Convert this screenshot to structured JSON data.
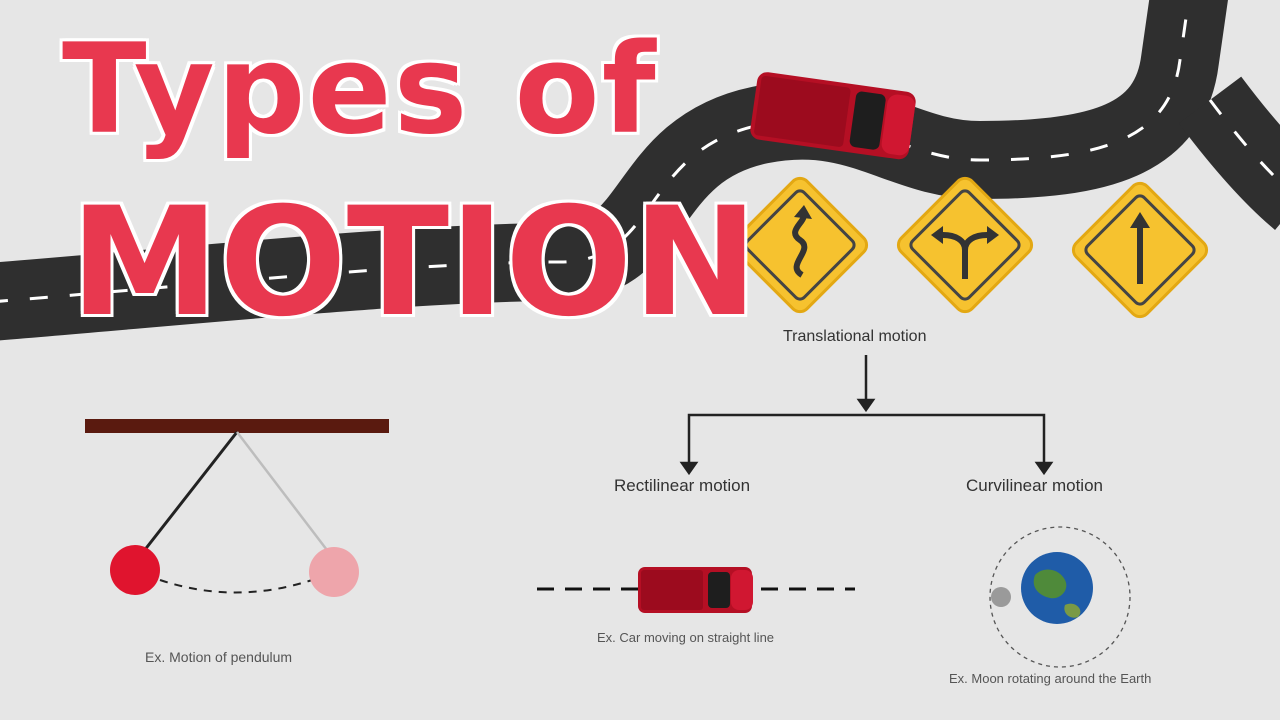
{
  "title": {
    "line1": "Types of",
    "line2": "MOTION"
  },
  "diagram": {
    "root": "Translational motion",
    "branches": [
      "Rectilinear motion",
      "Curvilinear motion"
    ]
  },
  "examples": {
    "pendulum": "Ex. Motion of pendulum",
    "car": "Ex. Car moving on straight line",
    "moon": "Ex. Moon rotating around the Earth"
  },
  "road_signs": [
    "winding-road-sign-icon",
    "fork-road-sign-icon",
    "straight-ahead-sign-icon"
  ],
  "colors": {
    "title": "#e8384f",
    "road": "#2f2f2f",
    "sign": "#f6c22f",
    "car": "#c8102e",
    "pendulum_bar": "#5a1a0f"
  }
}
